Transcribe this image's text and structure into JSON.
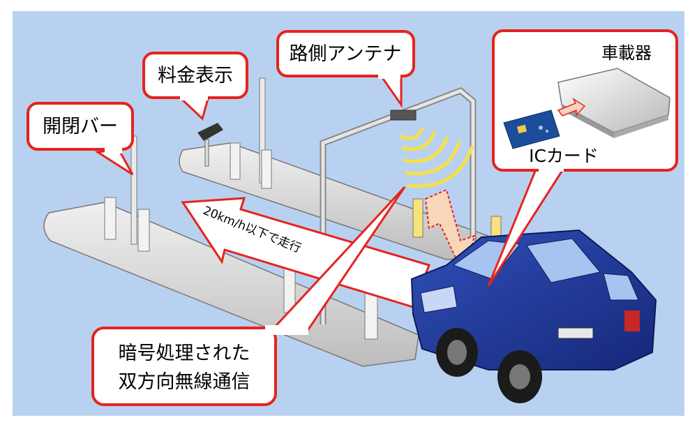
{
  "labels": {
    "gate_bar": "開閉バー",
    "fee_display": "料金表示",
    "roadside_antenna": "路側アンテナ",
    "onboard_unit": "車載器",
    "ic_card": "ICカード",
    "speed_instruction": "20km/h以下で走行",
    "encrypted_comm_line1": "暗号処理された",
    "encrypted_comm_line2": "双方向無線通信"
  },
  "colors": {
    "sky": "#b8d0ef",
    "callout_border": "#e6231d",
    "island": "#dcdcdc",
    "car": "#1f3a93",
    "wave": "#f4e04a",
    "arrow_outline": "#e6231d"
  }
}
